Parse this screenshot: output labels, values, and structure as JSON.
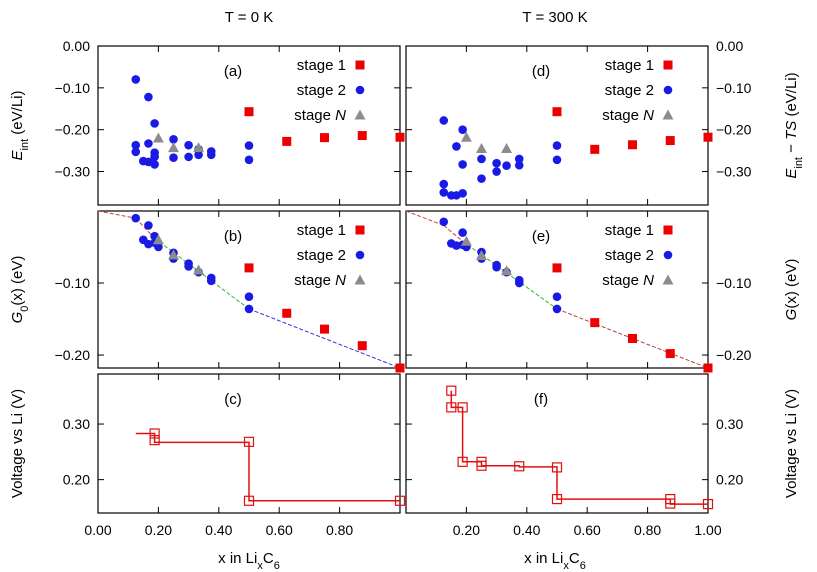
{
  "colors": {
    "stage1": "#ee0000",
    "stage2": "#1a1ae6",
    "stageN": "#8c8c8c",
    "voltage": "#e01010",
    "hull_red": "#d04040",
    "hull_green": "#33bb33",
    "hull_blue": "#3333dd"
  },
  "figure": {
    "col_titles": [
      "T = 0 K",
      "T = 300 K"
    ],
    "xlabel_prefix": "x in Li",
    "xlabel_sub1": "x",
    "xlabel_c": "C",
    "xlabel_sub2": "6",
    "legend": {
      "stage1": "stage 1",
      "stage2_main": "stage 2",
      "stageN_prefix": "stage ",
      "stageN_italic": "N"
    }
  },
  "chart_data": [
    {
      "id": "a",
      "panel_label": "(a)",
      "type": "scatter",
      "ylabel_main": "E",
      "ylabel_sub": "int",
      "ylabel_suffix": " (eV/Li)",
      "xlim": [
        0,
        1
      ],
      "ylim": [
        -0.38,
        0
      ],
      "xticks": [],
      "xtick_labels": [],
      "yticks": [
        0,
        -0.1,
        -0.2,
        -0.3
      ],
      "ytick_labels": [
        "0.00",
        "-0.10",
        "-0.20",
        "-0.30"
      ],
      "series": [
        {
          "name": "stage 1",
          "marker": "square",
          "color": "#ee0000",
          "points": [
            [
              0.5,
              -0.157
            ],
            [
              0.625,
              -0.228
            ],
            [
              0.75,
              -0.219
            ],
            [
              0.875,
              -0.214
            ],
            [
              1.0,
              -0.218
            ]
          ]
        },
        {
          "name": "stage 2",
          "marker": "circle",
          "color": "#1a1ae6",
          "points": [
            [
              0.125,
              -0.08
            ],
            [
              0.167,
              -0.122
            ],
            [
              0.1875,
              -0.185
            ],
            [
              0.125,
              -0.237
            ],
            [
              0.125,
              -0.253
            ],
            [
              0.167,
              -0.233
            ],
            [
              0.1875,
              -0.255
            ],
            [
              0.1875,
              -0.265
            ],
            [
              0.15,
              -0.275
            ],
            [
              0.167,
              -0.277
            ],
            [
              0.1875,
              -0.283
            ],
            [
              0.25,
              -0.223
            ],
            [
              0.25,
              -0.267
            ],
            [
              0.3,
              -0.237
            ],
            [
              0.3,
              -0.265
            ],
            [
              0.333,
              -0.247
            ],
            [
              0.333,
              -0.26
            ],
            [
              0.375,
              -0.252
            ],
            [
              0.375,
              -0.26
            ],
            [
              0.5,
              -0.238
            ],
            [
              0.5,
              -0.272
            ]
          ]
        },
        {
          "name": "stage N",
          "marker": "triangle",
          "color": "#8c8c8c",
          "points": [
            [
              0.2,
              -0.22
            ],
            [
              0.25,
              -0.243
            ],
            [
              0.333,
              -0.243
            ]
          ]
        }
      ]
    },
    {
      "id": "b",
      "panel_label": "(b)",
      "type": "scatter",
      "ylabel_main": "G",
      "ylabel_sub": "0",
      "ylabel_suffix": "(x) (eV)",
      "xlim": [
        0,
        1
      ],
      "ylim": [
        -0.218,
        0
      ],
      "xticks": [],
      "xtick_labels": [],
      "yticks": [
        -0.1,
        -0.2
      ],
      "ytick_labels": [
        "-0.10",
        "-0.20"
      ],
      "hull": [
        {
          "from": [
            0.0,
            0.0
          ],
          "to": [
            0.125,
            -0.01
          ],
          "color": "#d04040"
        },
        {
          "from": [
            0.125,
            -0.01
          ],
          "to": [
            0.1875,
            -0.038
          ],
          "color": "#d04040"
        },
        {
          "from": [
            0.1875,
            -0.038
          ],
          "to": [
            0.5,
            -0.136
          ],
          "color": "#33bb33"
        },
        {
          "from": [
            0.5,
            -0.136
          ],
          "to": [
            1.0,
            -0.218
          ],
          "color": "#3333dd"
        }
      ],
      "series": [
        {
          "name": "stage 1",
          "marker": "square",
          "color": "#ee0000",
          "points": [
            [
              0.5,
              -0.079
            ],
            [
              0.625,
              -0.142
            ],
            [
              0.75,
              -0.164
            ],
            [
              0.875,
              -0.187
            ],
            [
              1.0,
              -0.218
            ]
          ]
        },
        {
          "name": "stage 2",
          "marker": "circle",
          "color": "#1a1ae6",
          "points": [
            [
              0.125,
              -0.01
            ],
            [
              0.1875,
              -0.035
            ],
            [
              0.167,
              -0.02
            ],
            [
              0.15,
              -0.04
            ],
            [
              0.167,
              -0.046
            ],
            [
              0.1875,
              -0.044
            ],
            [
              0.2,
              -0.05
            ],
            [
              0.25,
              -0.058
            ],
            [
              0.25,
              -0.066
            ],
            [
              0.3,
              -0.073
            ],
            [
              0.3,
              -0.077
            ],
            [
              0.333,
              -0.085
            ],
            [
              0.375,
              -0.093
            ],
            [
              0.375,
              -0.097
            ],
            [
              0.5,
              -0.119
            ],
            [
              0.5,
              -0.136
            ]
          ]
        },
        {
          "name": "stage N",
          "marker": "triangle",
          "color": "#8c8c8c",
          "points": [
            [
              0.2,
              -0.04
            ],
            [
              0.25,
              -0.061
            ],
            [
              0.333,
              -0.082
            ]
          ]
        }
      ]
    },
    {
      "id": "c",
      "panel_label": "(c)",
      "type": "step",
      "ylabel_text": "Voltage vs Li (V)",
      "xlim": [
        0,
        1
      ],
      "ylim": [
        0.14,
        0.39
      ],
      "xticks": [
        0,
        0.2,
        0.4,
        0.6,
        0.8
      ],
      "xtick_labels": [
        "0.00",
        "0.20",
        "0.40",
        "0.60",
        "0.80"
      ],
      "yticks": [
        0.3,
        0.2
      ],
      "ytick_labels": [
        "0.30",
        "0.20"
      ],
      "series": [
        {
          "name": "",
          "color": "#e01010",
          "steps": [
            [
              0.125,
              0.283
            ],
            [
              0.1875,
              0.283
            ],
            [
              0.1875,
              0.267
            ],
            [
              0.5,
              0.267
            ],
            [
              0.5,
              0.162
            ],
            [
              1.0,
              0.162
            ]
          ],
          "markers": [
            [
              0.1875,
              0.283
            ],
            [
              0.1875,
              0.271
            ],
            [
              0.5,
              0.268
            ],
            [
              0.5,
              0.162
            ],
            [
              1.0,
              0.162
            ]
          ]
        }
      ]
    },
    {
      "id": "d",
      "panel_label": "(d)",
      "type": "scatter",
      "ylabel_main": "E",
      "ylabel_sub": "int",
      "ylabel_suffix": " − ",
      "ylabel_ts": "TS",
      "ylabel_end": " (eV/Li)",
      "xlim": [
        0,
        1
      ],
      "ylim": [
        -0.38,
        0
      ],
      "xticks": [],
      "xtick_labels": [],
      "yticks": [
        0,
        -0.1,
        -0.2,
        -0.3
      ],
      "ytick_labels": [
        "0.00",
        "-0.10",
        "-0.20",
        "-0.30"
      ],
      "series": [
        {
          "name": "stage 1",
          "marker": "square",
          "color": "#ee0000",
          "points": [
            [
              0.5,
              -0.157
            ],
            [
              0.625,
              -0.247
            ],
            [
              0.75,
              -0.236
            ],
            [
              0.875,
              -0.226
            ],
            [
              1.0,
              -0.218
            ]
          ]
        },
        {
          "name": "stage 2",
          "marker": "circle",
          "color": "#1a1ae6",
          "points": [
            [
              0.125,
              -0.178
            ],
            [
              0.1875,
              -0.2
            ],
            [
              0.167,
              -0.24
            ],
            [
              0.125,
              -0.33
            ],
            [
              0.125,
              -0.35
            ],
            [
              0.15,
              -0.357
            ],
            [
              0.167,
              -0.357
            ],
            [
              0.1875,
              -0.352
            ],
            [
              0.1875,
              -0.283
            ],
            [
              0.25,
              -0.27
            ],
            [
              0.25,
              -0.317
            ],
            [
              0.3,
              -0.28
            ],
            [
              0.3,
              -0.3
            ],
            [
              0.333,
              -0.286
            ],
            [
              0.375,
              -0.27
            ],
            [
              0.375,
              -0.285
            ],
            [
              0.5,
              -0.238
            ],
            [
              0.5,
              -0.272
            ]
          ]
        },
        {
          "name": "stage N",
          "marker": "triangle",
          "color": "#8c8c8c",
          "points": [
            [
              0.2,
              -0.218
            ],
            [
              0.25,
              -0.245
            ],
            [
              0.333,
              -0.245
            ]
          ]
        }
      ]
    },
    {
      "id": "e",
      "panel_label": "(e)",
      "type": "scatter",
      "ylabel_main": "G",
      "ylabel_sub": "",
      "ylabel_suffix": "(x) (eV)",
      "xlim": [
        0,
        1
      ],
      "ylim": [
        -0.218,
        0
      ],
      "xticks": [],
      "xtick_labels": [],
      "yticks": [
        -0.1,
        -0.2
      ],
      "ytick_labels": [
        "-0.10",
        "-0.20"
      ],
      "hull": [
        {
          "from": [
            0.0,
            0.0
          ],
          "to": [
            0.125,
            -0.02
          ],
          "color": "#d04040"
        },
        {
          "from": [
            0.125,
            -0.02
          ],
          "to": [
            0.1875,
            -0.042
          ],
          "color": "#d04040"
        },
        {
          "from": [
            0.1875,
            -0.042
          ],
          "to": [
            0.5,
            -0.136
          ],
          "color": "#33bb33"
        },
        {
          "from": [
            0.5,
            -0.136
          ],
          "to": [
            1.0,
            -0.218
          ],
          "color": "#aa4444"
        }
      ],
      "series": [
        {
          "name": "stage 1",
          "marker": "square",
          "color": "#ee0000",
          "points": [
            [
              0.5,
              -0.079
            ],
            [
              0.625,
              -0.155
            ],
            [
              0.75,
              -0.177
            ],
            [
              0.875,
              -0.198
            ],
            [
              1.0,
              -0.218
            ]
          ]
        },
        {
          "name": "stage 2",
          "marker": "circle",
          "color": "#1a1ae6",
          "points": [
            [
              0.125,
              -0.015
            ],
            [
              0.1875,
              -0.03
            ],
            [
              0.15,
              -0.045
            ],
            [
              0.167,
              -0.048
            ],
            [
              0.1875,
              -0.047
            ],
            [
              0.2,
              -0.05
            ],
            [
              0.25,
              -0.057
            ],
            [
              0.25,
              -0.066
            ],
            [
              0.3,
              -0.075
            ],
            [
              0.3,
              -0.078
            ],
            [
              0.333,
              -0.085
            ],
            [
              0.375,
              -0.096
            ],
            [
              0.375,
              -0.1
            ],
            [
              0.5,
              -0.119
            ],
            [
              0.5,
              -0.136
            ]
          ]
        },
        {
          "name": "stage N",
          "marker": "triangle",
          "color": "#8c8c8c",
          "points": [
            [
              0.2,
              -0.042
            ],
            [
              0.25,
              -0.062
            ],
            [
              0.333,
              -0.083
            ]
          ]
        }
      ]
    },
    {
      "id": "f",
      "panel_label": "(f)",
      "type": "step",
      "ylabel_text": "Voltage vs Li (V)",
      "xlim": [
        0,
        1
      ],
      "ylim": [
        0.14,
        0.39
      ],
      "xticks": [
        0.2,
        0.4,
        0.6,
        0.8,
        1.0
      ],
      "xtick_labels": [
        "0.20",
        "0.40",
        "0.60",
        "0.80",
        "1.00"
      ],
      "yticks": [
        0.3,
        0.2
      ],
      "ytick_labels": [
        "0.30",
        "0.20"
      ],
      "series": [
        {
          "name": "",
          "color": "#e01010",
          "steps": [
            [
              0.15,
              0.36
            ],
            [
              0.15,
              0.33
            ],
            [
              0.1875,
              0.33
            ],
            [
              0.1875,
              0.232
            ],
            [
              0.25,
              0.232
            ],
            [
              0.25,
              0.225
            ],
            [
              0.375,
              0.225
            ],
            [
              0.375,
              0.223
            ],
            [
              0.5,
              0.223
            ],
            [
              0.5,
              0.165
            ],
            [
              0.875,
              0.165
            ],
            [
              0.875,
              0.156
            ],
            [
              1.0,
              0.156
            ]
          ],
          "markers": [
            [
              0.15,
              0.36
            ],
            [
              0.15,
              0.33
            ],
            [
              0.1875,
              0.33
            ],
            [
              0.1875,
              0.232
            ],
            [
              0.25,
              0.232
            ],
            [
              0.25,
              0.225
            ],
            [
              0.375,
              0.224
            ],
            [
              0.5,
              0.222
            ],
            [
              0.5,
              0.165
            ],
            [
              0.875,
              0.165
            ],
            [
              0.875,
              0.157
            ],
            [
              1.0,
              0.156
            ]
          ]
        }
      ]
    }
  ]
}
